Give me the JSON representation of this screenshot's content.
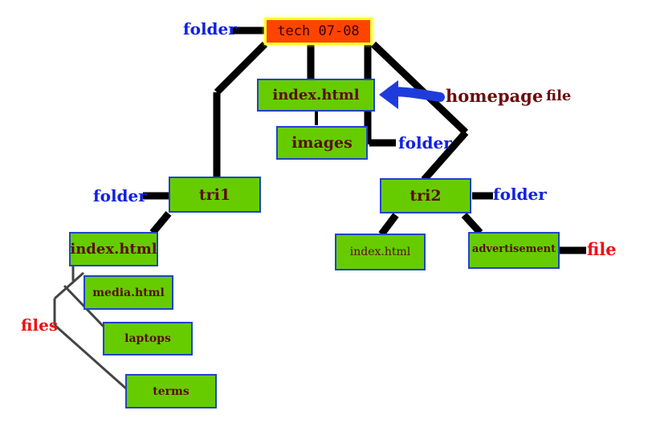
{
  "colors": {
    "box_fill": "#66cc00",
    "box_border": "#1f44c8",
    "box_text": "#5a0d0d",
    "root_fill": "#ff4400",
    "root_glow": "#ffff33",
    "folder_label": "#1020e0",
    "file_label": "#ee1111",
    "homepage_label": "#6b0d0d",
    "arrow": "#1e3cdc",
    "connector": "#000000"
  },
  "nodes": {
    "root": "tech 07-08",
    "index_main": "index.html",
    "images": "images",
    "tri1": "tri1",
    "tri2": "tri2",
    "tri1_index": "index.html",
    "media": "media.html",
    "laptops": "laptops",
    "terms": "terms",
    "tri2_index": "index.html",
    "advertisement": "advertisement"
  },
  "annotations": {
    "root_folder": "folder",
    "images_folder": "folder",
    "tri1_folder": "folder",
    "tri2_folder": "folder",
    "homepage": "homepage",
    "homepage_file": "file",
    "files": "files",
    "advert_file": "file"
  }
}
